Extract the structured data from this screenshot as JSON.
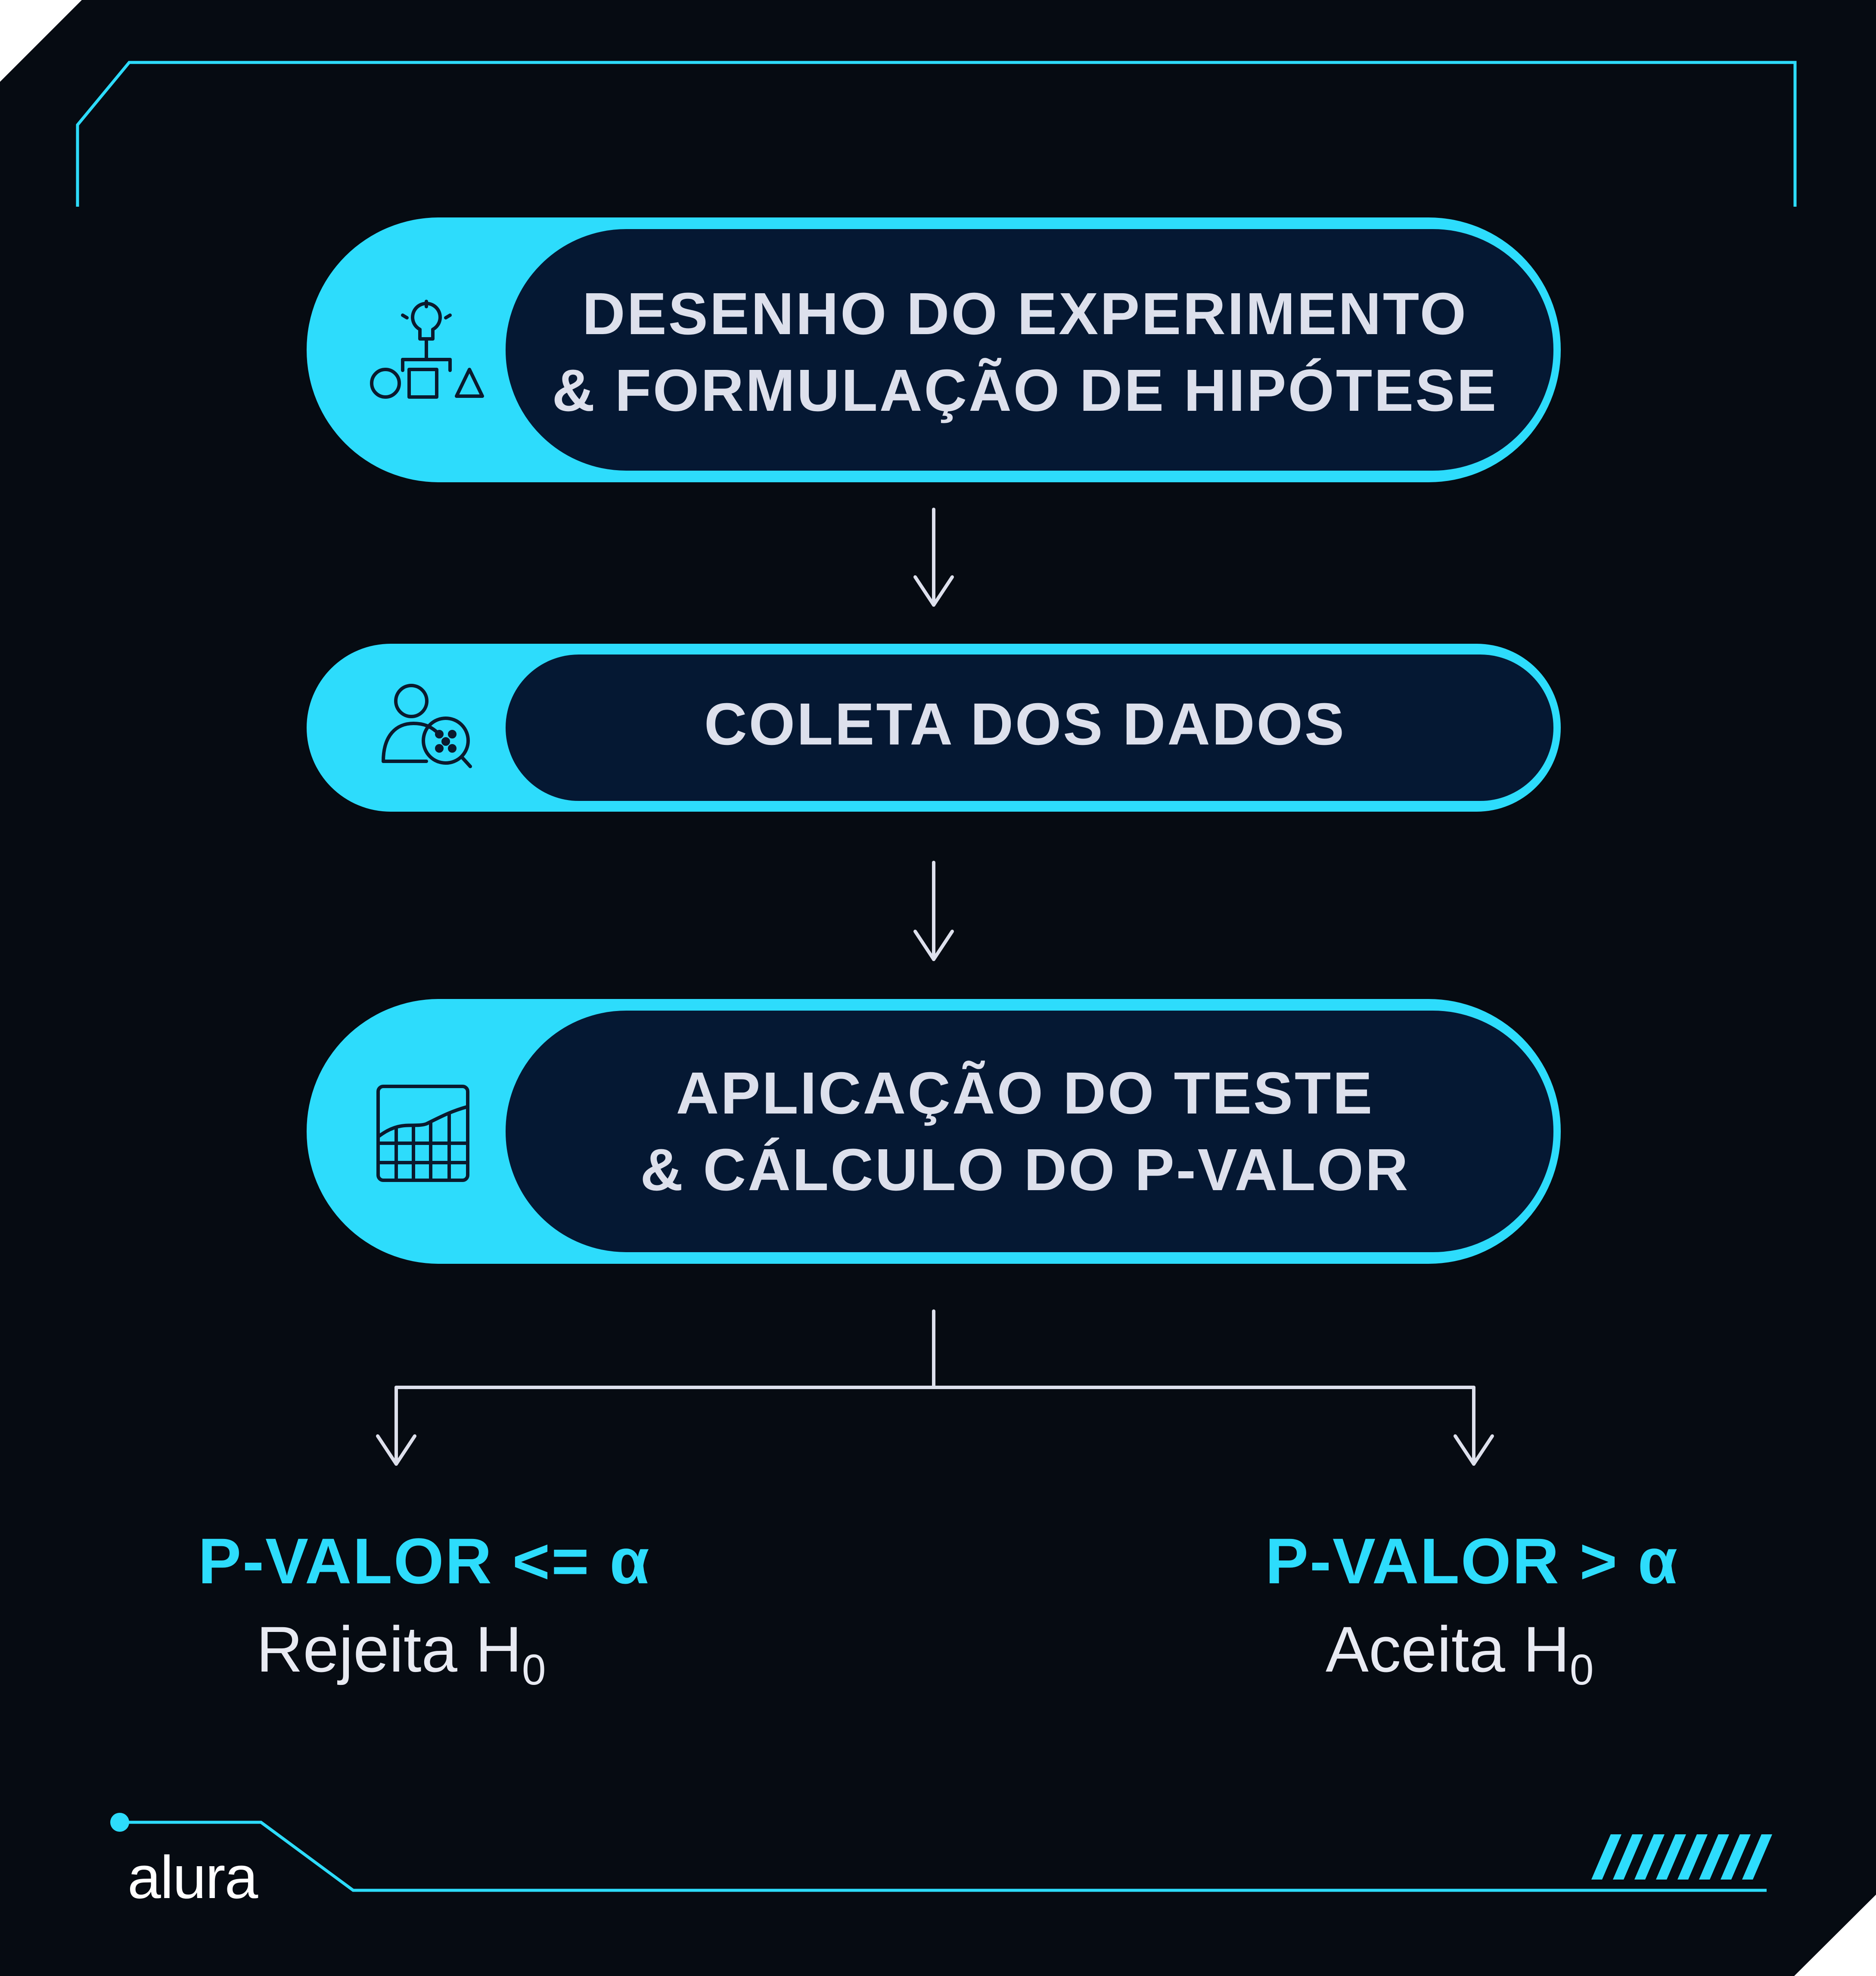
{
  "steps": [
    {
      "line1": "DESENHO DO EXPERIMENTO",
      "line2": "& FORMULAÇÃO DE HIPÓTESE",
      "icon": "idea-shapes-icon"
    },
    {
      "line1": "COLETA DOS DADOS",
      "icon": "user-data-search-icon"
    },
    {
      "line1": "APLICAÇÃO DO TESTE",
      "line2": "& CÁLCULO DO P-VALOR",
      "icon": "chart-grid-icon"
    }
  ],
  "outcomes": [
    {
      "condition": "P-VALOR <= α",
      "result": "Rejeita H",
      "subscript": "0"
    },
    {
      "condition": "P-VALOR > α",
      "result": "Aceita H",
      "subscript": "0"
    }
  ],
  "brand": {
    "logo": "alura"
  },
  "colors": {
    "background": "#060b12",
    "accent": "#2ddcfc",
    "pill_dark": "#051833",
    "text": "#dde0ec",
    "arrow": "#dde0ec"
  }
}
